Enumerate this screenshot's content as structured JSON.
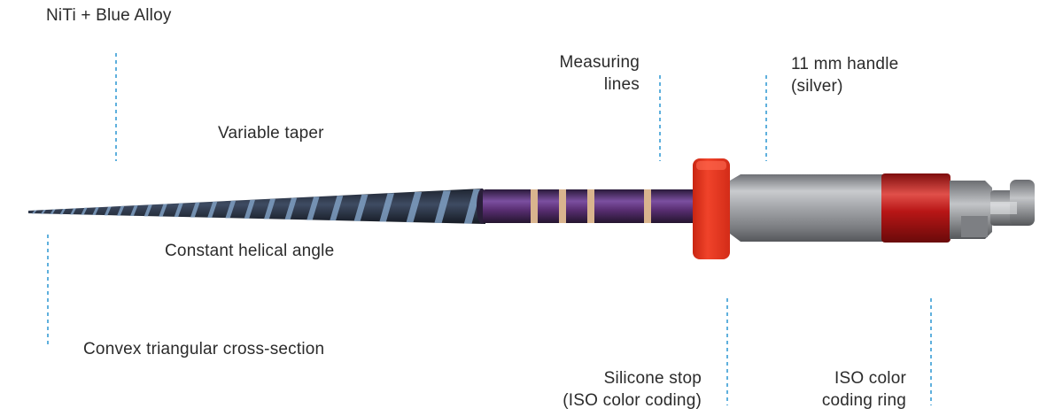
{
  "labels": {
    "alloy": "NiTi + Blue Alloy",
    "taper": "Variable taper",
    "helix": "Constant helical angle",
    "cross_section": "Convex triangular cross-section",
    "measuring": [
      "Measuring",
      "lines"
    ],
    "handle": [
      "11 mm handle",
      "(silver)"
    ],
    "stop": [
      "Silicone stop",
      "(ISO color coding)"
    ],
    "ring": [
      "ISO color",
      "coding ring"
    ]
  },
  "colors": {
    "leader_line": "#5fb0dd",
    "stop_red": "#e8321e",
    "ring_red": "#c01818",
    "shaft_purple": "#5a2f74",
    "measuring_bands": "#d9b48e",
    "handle_silver": "#9c9ea2",
    "flute_blue": "#6f8fb0",
    "flute_dark": "#1e2430"
  }
}
